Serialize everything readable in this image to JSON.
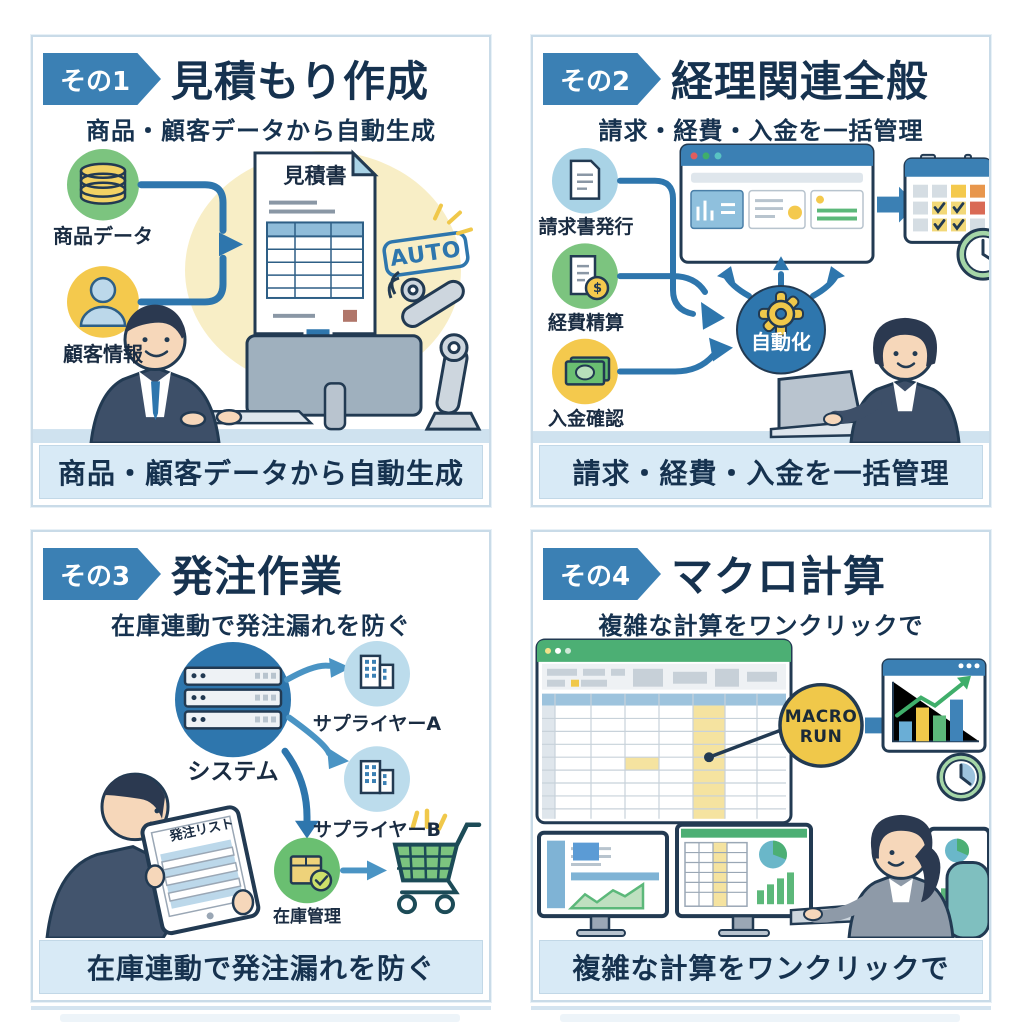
{
  "colors": {
    "accent_blue": "#2e76ad",
    "badge_blue": "#3b80b4",
    "navy_text": "#16324f",
    "banner_bg": "#d8eaf6",
    "green": "#7cc47f",
    "yellow": "#f4c94d",
    "light_blue": "#a9d3e6"
  },
  "panels": [
    {
      "id": "quote-creation",
      "badge": "その1",
      "title": "見積もり作成",
      "subtitle": "商品・顧客データから自動生成",
      "banner": "商品・顧客データから自動生成",
      "labels": {
        "product_data": "商品データ",
        "customer_info": "顧客情報",
        "doc_title": "見積書",
        "stamp": "AUTO"
      }
    },
    {
      "id": "accounting",
      "badge": "その2",
      "title": "経理関連全般",
      "subtitle": "請求・経費・入金を一括管理",
      "banner": "請求・経費・入金を一括管理",
      "labels": {
        "invoice": "請求書発行",
        "expense": "経費精算",
        "payment": "入金確認",
        "hub": "自動化",
        "dollar": "$"
      }
    },
    {
      "id": "ordering",
      "badge": "その3",
      "title": "発注作業",
      "subtitle": "在庫連動で発注漏れを防ぐ",
      "banner": "在庫連動で発注漏れを防ぐ",
      "labels": {
        "system": "システム",
        "supplier_a": "サプライヤーA",
        "supplier_b": "サプライヤーB",
        "tablet_list": "発注リスト",
        "inventory": "在庫管理"
      }
    },
    {
      "id": "macro-calc",
      "badge": "その4",
      "title": "マクロ計算",
      "subtitle": "複雑な計算をワンクリックで",
      "banner": "複雑な計算をワンクリックで",
      "labels": {
        "macro_line1": "MACRO",
        "macro_line2": "RUN"
      }
    }
  ]
}
